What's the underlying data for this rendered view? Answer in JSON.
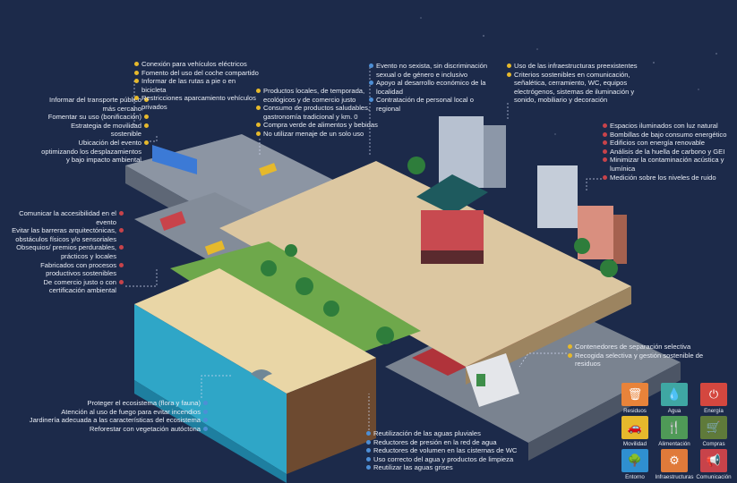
{
  "colors": {
    "background": "#1c2a4a",
    "yellow": "#e6b92c",
    "blue": "#4d8fd6",
    "red": "#c8434a"
  },
  "callouts": {
    "transport_left": {
      "color": "#e6b92c",
      "items": [
        "Informar del transporte público",
        "más cercano",
        "Fomentar su uso (bonificación)",
        "Estrategia de movilidad",
        "sostenible",
        "Ubicación del evento",
        "optimizando los desplazamientos",
        "y bajo impacto ambiental"
      ],
      "dotted": [
        true,
        false,
        true,
        true,
        false,
        true,
        false,
        false
      ]
    },
    "transport_top": {
      "color": "#e6b92c",
      "items": [
        "Conexión para vehículos eléctricos",
        "Fomento del uso del coche compartido",
        "Informar de las rutas a pie o en",
        "bicicleta",
        "Restricciones aparcamiento vehículos",
        "privados"
      ],
      "dotted": [
        true,
        true,
        true,
        false,
        true,
        false
      ]
    },
    "food": {
      "color": "#e6b92c",
      "items": [
        "Productos locales, de temporada,",
        "ecológicos y de comercio justo",
        "Consumo de productos saludables,",
        "gastronomía tradicional y km. 0",
        "Compra verde de alimentos y bebidas",
        "No utilizar menaje de un solo uso"
      ],
      "dotted": [
        true,
        false,
        true,
        false,
        true,
        true
      ]
    },
    "social": {
      "color": "#4d8fd6",
      "items": [
        "Evento no sexista, sin discriminación",
        "sexual o de género e inclusivo",
        "Apoyo al desarrollo económico de la",
        "localidad",
        "Contratación de personal local o",
        "regional"
      ],
      "dotted": [
        true,
        false,
        true,
        false,
        true,
        false
      ]
    },
    "infra": {
      "color": "#e6b92c",
      "items": [
        "Uso de las infraestructuras preexistentes",
        "Criterios sostenibles en comunicación,",
        "señalética, cerramiento, WC, equipos",
        "electrógenos, sistemas de iluminación y",
        "sonido, mobiliario y decoración"
      ],
      "dotted": [
        true,
        true,
        false,
        false,
        false
      ]
    },
    "energy": {
      "color": "#c8434a",
      "items": [
        "Espacios iluminados con luz natural",
        "Bombillas de bajo consumo energético",
        "Edificios con energía renovable",
        "Análisis de la huella de carbono y GEI",
        "Minimizar la contaminación acústica y",
        "lumínica",
        "Medición sobre los niveles de ruido"
      ],
      "dotted": [
        true,
        true,
        true,
        true,
        true,
        false,
        true
      ]
    },
    "purchases": {
      "color": "#c8434a",
      "items": [
        "Comunicar la accesibilidad en el",
        "evento",
        "Evitar las barreras arquitectónicas,",
        "obstáculos físicos y/o sensoriales",
        "Obsequios/ premios perdurables,",
        "prácticos y locales",
        "Fabricados con procesos",
        "productivos sostenibles",
        "De comercio justo o con",
        "certificación ambiental"
      ],
      "dotted": [
        true,
        false,
        true,
        false,
        true,
        false,
        true,
        false,
        true,
        false
      ]
    },
    "waste": {
      "color": "#e6b92c",
      "items": [
        "Contenedores de separación selectiva",
        "Recogida selectiva y gestión sostenible de",
        "residuos"
      ],
      "dotted": [
        true,
        true,
        false
      ]
    },
    "environment": {
      "color": "#4d8fd6",
      "items": [
        "Proteger el ecosistema (flora y fauna)",
        "Atención al uso de fuego para evitar incendios",
        "Jardinería adecuada a las características del ecosistema",
        "Reforestar con vegetación autóctona"
      ],
      "dotted": [
        true,
        true,
        true,
        true
      ]
    },
    "water": {
      "color": "#4d8fd6",
      "items": [
        "Reutilización de las aguas pluviales",
        "Reductores de presión en la red de agua",
        "Reductores de volumen en las cisternas de WC",
        "Uso correcto del agua y productos de limpieza",
        "Reutilizar las aguas grises"
      ],
      "dotted": [
        true,
        true,
        true,
        true,
        true
      ]
    }
  },
  "legend": [
    {
      "label": "Residuos",
      "color": "#e8833a",
      "icon": "bin-icon",
      "glyph": "🗑"
    },
    {
      "label": "Agua",
      "color": "#3fa7a3",
      "icon": "water-drop-icon",
      "glyph": "💧"
    },
    {
      "label": "Energía",
      "color": "#d4473f",
      "icon": "power-icon",
      "glyph": "⏻"
    },
    {
      "label": "Movilidad",
      "color": "#e6b92c",
      "icon": "car-icon",
      "glyph": "🚗"
    },
    {
      "label": "Alimentación",
      "color": "#4f9a57",
      "icon": "food-icon",
      "glyph": "🍴"
    },
    {
      "label": "Compras",
      "color": "#5f7a3a",
      "icon": "cart-icon",
      "glyph": "🛒"
    },
    {
      "label": "Entorno",
      "color": "#2f8fd0",
      "icon": "tree-icon",
      "glyph": "🌳"
    },
    {
      "label": "Infraestructuras",
      "color": "#e07a3a",
      "icon": "gear-icon",
      "glyph": "⚙"
    },
    {
      "label": "Comunicación",
      "color": "#c8434a",
      "icon": "megaphone-icon",
      "glyph": "📢"
    }
  ]
}
